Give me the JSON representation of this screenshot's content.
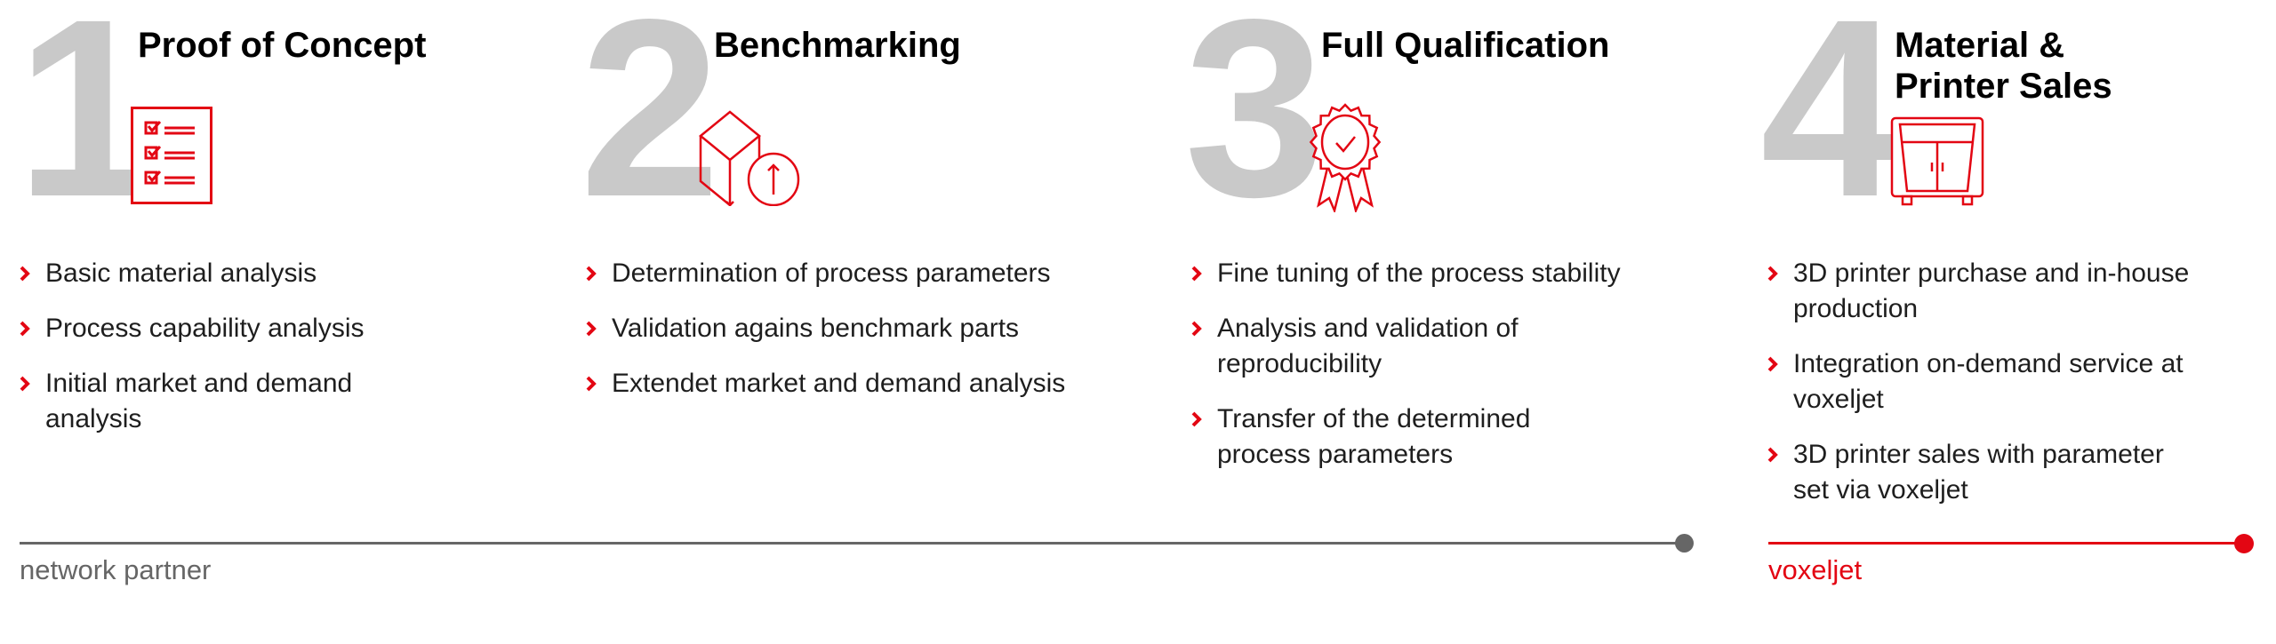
{
  "colors": {
    "accent": "#e30613",
    "digit": "#c9c9c9",
    "partner": "#666666"
  },
  "steps": [
    {
      "number": "1",
      "title": [
        "Proof of Concept"
      ],
      "icon": "checklist-icon",
      "items": [
        [
          "Basic material analysis"
        ],
        [
          "Process capability analysis"
        ],
        [
          "Initial market and demand",
          "analysis"
        ]
      ]
    },
    {
      "number": "2",
      "title": [
        "Benchmarking"
      ],
      "icon": "cube-upload-icon",
      "items": [
        [
          "Determination of process parameters"
        ],
        [
          "Validation agains benchmark parts"
        ],
        [
          "Extendet market and demand analysis"
        ]
      ]
    },
    {
      "number": "3",
      "title": [
        "Full Qualification"
      ],
      "icon": "award-rosette-icon",
      "items": [
        [
          "Fine tuning of the process stability"
        ],
        [
          "Analysis and validation of",
          "reproducibility"
        ],
        [
          "Transfer of the determined",
          "process parameters"
        ]
      ]
    },
    {
      "number": "4",
      "title": [
        "Material &",
        "Printer Sales"
      ],
      "icon": "3d-printer-icon",
      "items": [
        [
          "3D printer purchase and in-house",
          "production"
        ],
        [
          "Integration on-demand service at",
          "voxeljet"
        ],
        [
          "3D printer sales with parameter",
          "set via voxeljet"
        ]
      ]
    }
  ],
  "tracks": {
    "partner_label": "network partner",
    "voxeljet_label": "voxeljet"
  }
}
